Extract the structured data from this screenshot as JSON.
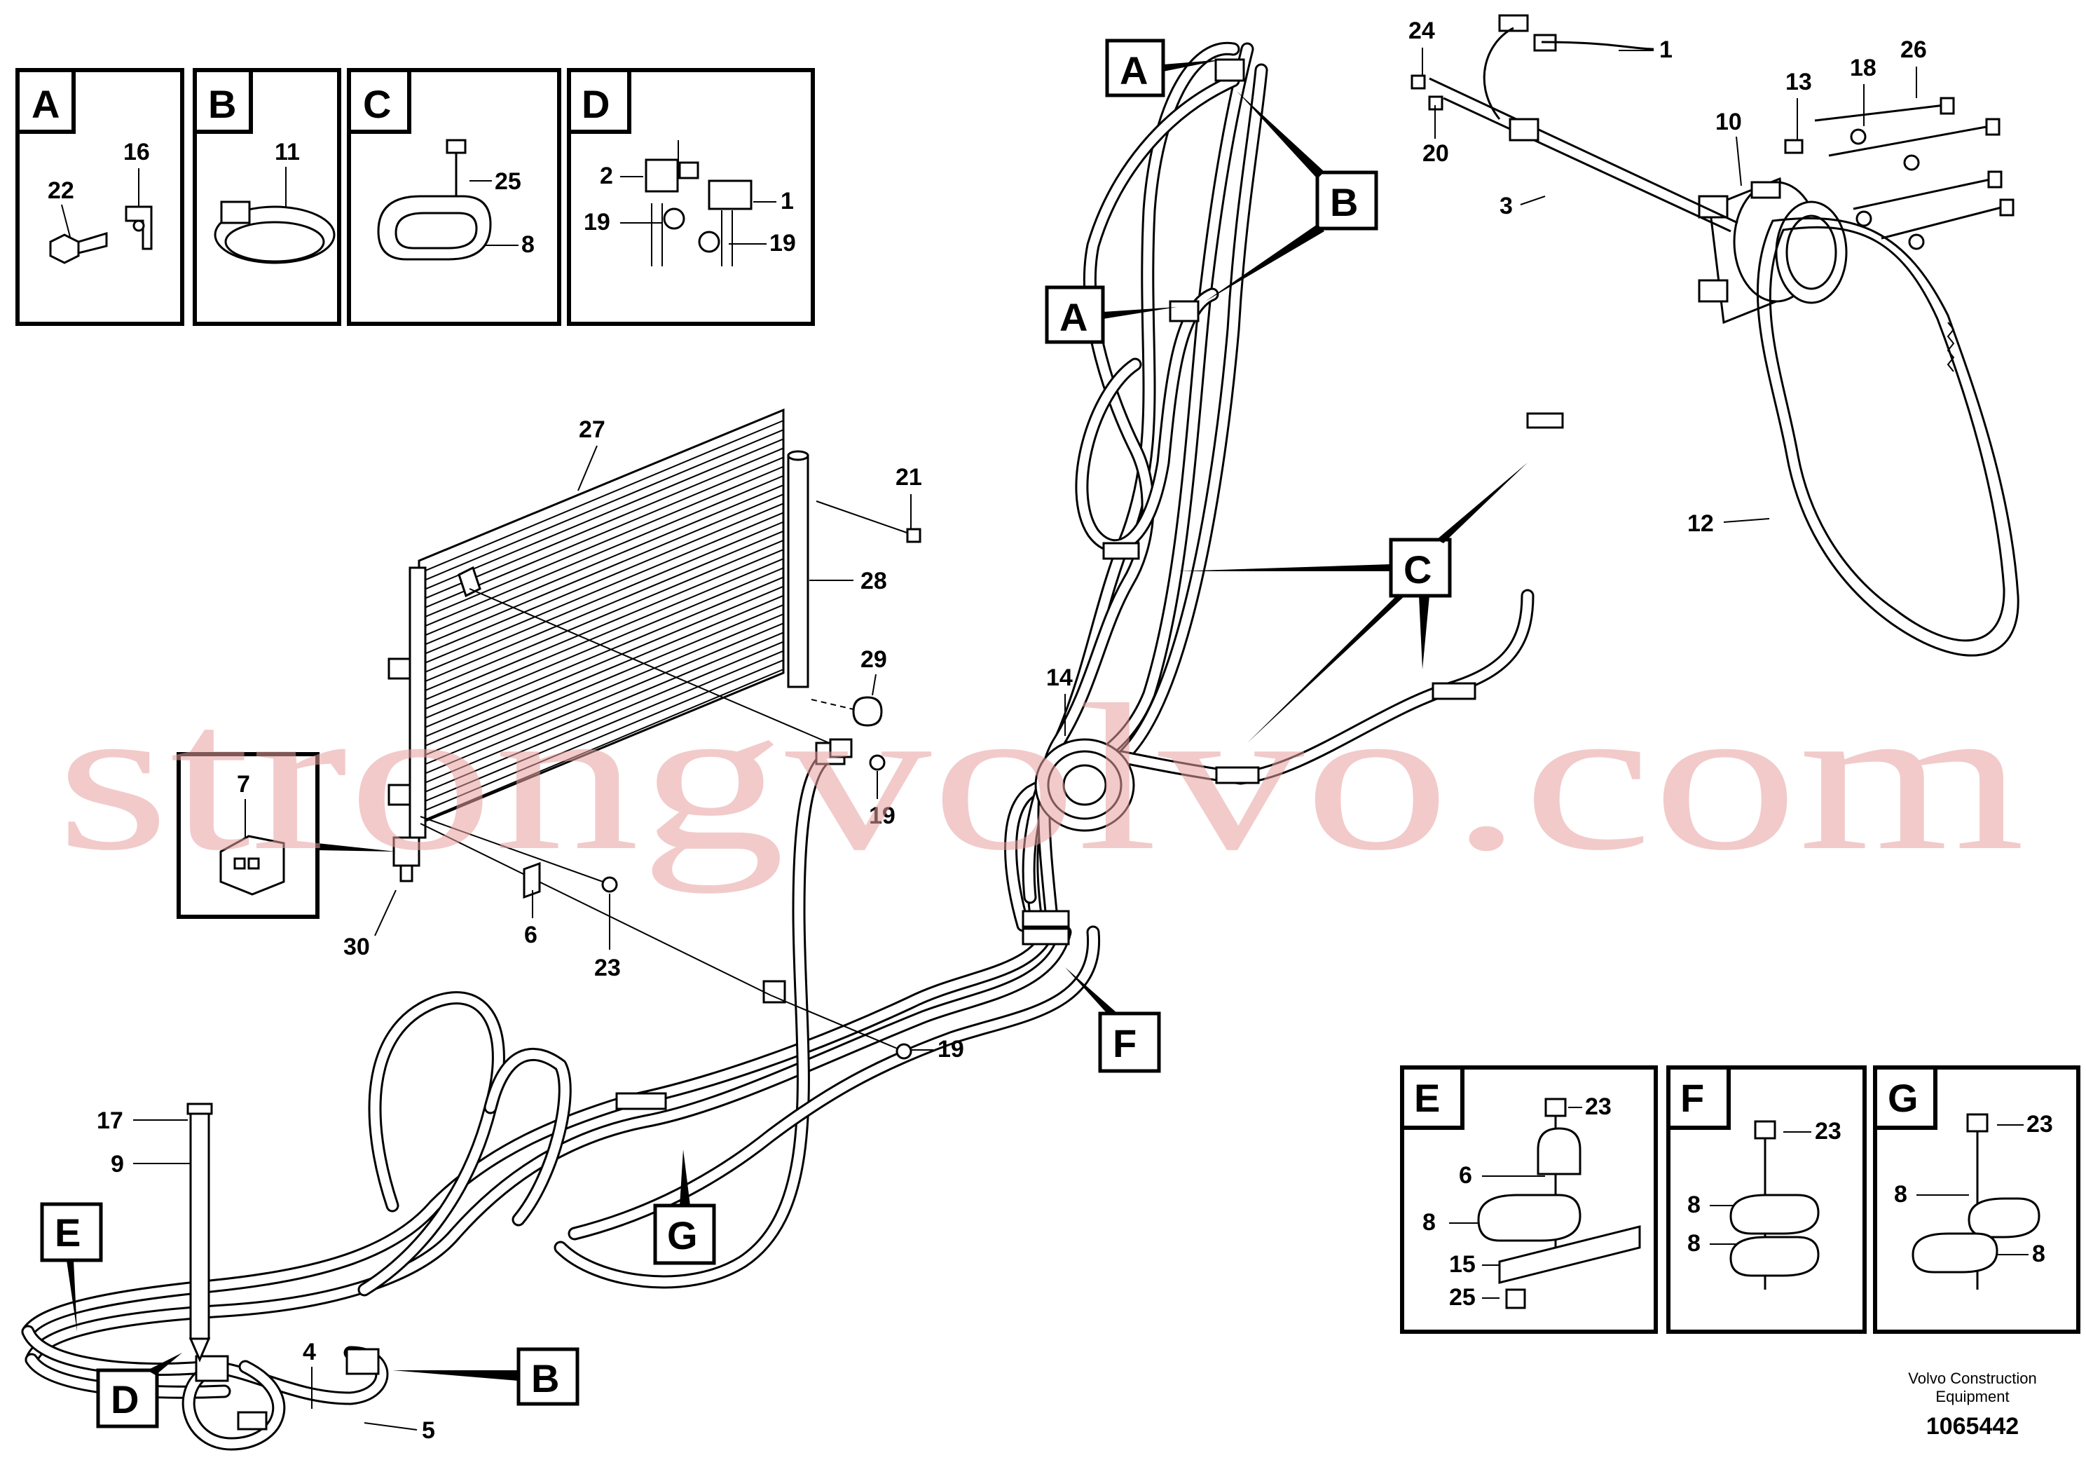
{
  "diagram": {
    "detail_views": [
      {
        "letter": "A",
        "labels": [
          "22",
          "16"
        ]
      },
      {
        "letter": "B",
        "labels": [
          "11"
        ]
      },
      {
        "letter": "C",
        "labels": [
          "25",
          "8"
        ]
      },
      {
        "letter": "D",
        "labels": [
          "2",
          "1",
          "19",
          "19"
        ]
      },
      {
        "letter": "E",
        "labels": [
          "23",
          "6",
          "8",
          "15",
          "25"
        ]
      },
      {
        "letter": "F",
        "labels": [
          "23",
          "8",
          "8"
        ]
      },
      {
        "letter": "G",
        "labels": [
          "23",
          "8",
          "8"
        ]
      }
    ],
    "callout_letters": [
      "A",
      "A",
      "B",
      "B",
      "C",
      "D",
      "E",
      "F",
      "G"
    ],
    "part_numbers": [
      "1",
      "3",
      "4",
      "5",
      "6",
      "7",
      "9",
      "10",
      "12",
      "13",
      "14",
      "17",
      "18",
      "19",
      "19",
      "19",
      "20",
      "21",
      "23",
      "24",
      "26",
      "27",
      "28",
      "29",
      "30"
    ],
    "watermark": "strongvolvo.com",
    "footer": {
      "company_line1": "Volvo Construction",
      "company_line2": "Equipment",
      "document_number": "1065442"
    }
  }
}
